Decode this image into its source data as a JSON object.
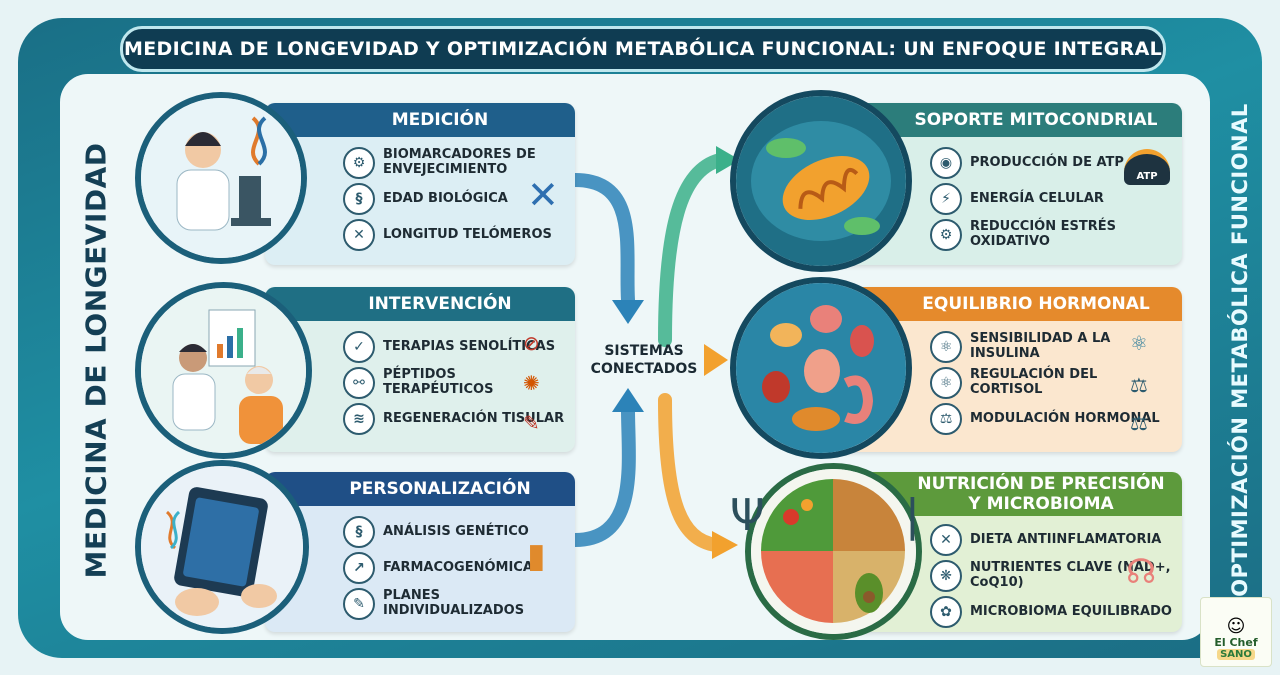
{
  "title": "MEDICINA DE LONGEVIDAD Y OPTIMIZACIÓN METABÓLICA FUNCIONAL: UN ENFOQUE INTEGRAL",
  "left_vertical": "MEDICINA DE LONGEVIDAD",
  "right_vertical": "OPTIMIZACIÓN METABÓLICA FUNCIONAL",
  "center": {
    "line1": "SISTEMAS",
    "line2": "CONECTADOS"
  },
  "left_cards": [
    {
      "title": "MEDICIÓN",
      "items": [
        "BIOMARCADORES DE ENVEJECIMIENTO",
        "EDAD BIOLÓGICA",
        "LONGITUD TELÓMEROS"
      ],
      "icons": [
        "microscope-icon",
        "dna-icon",
        "chromosome-icon"
      ]
    },
    {
      "title": "INTERVENCIÓN",
      "items": [
        "TERAPIAS SENOLÍTICAS",
        "PÉPTIDOS TERAPÉUTICOS",
        "REGENERACIÓN TISULAR"
      ],
      "icons": [
        "shield-icon",
        "peptide-icon",
        "tissue-icon"
      ]
    },
    {
      "title": "PERSONALIZACIÓN",
      "items": [
        "ANÁLISIS GENÉTICO",
        "FARMACOGENÓMICA",
        "PLANES INDIVIDUALIZADOS"
      ],
      "icons": [
        "dna-icon",
        "chart-icon",
        "clipboard-icon"
      ]
    }
  ],
  "right_cards": [
    {
      "title": "SOPORTE MITOCONDRIAL",
      "items": [
        "PRODUCCIÓN DE ATP",
        "ENERGÍA CELULAR",
        "REDUCCIÓN ESTRÉS OXIDATIVO"
      ],
      "icons": [
        "mitochondria-icon",
        "lightning-icon",
        "gear-icon"
      ]
    },
    {
      "title": "EQUILIBRIO HORMONAL",
      "items": [
        "SENSIBILIDAD A LA INSULINA",
        "REGULACIÓN DEL CORTISOL",
        "MODULACIÓN HORMONAL"
      ],
      "icons": [
        "molecule-icon",
        "molecule-icon",
        "balance-icon"
      ]
    },
    {
      "title": "NUTRICIÓN DE PRECISIÓN Y MICROBIOMA",
      "items": [
        "DIETA ANTIINFLAMATORIA",
        "NUTRIENTES CLAVE (NAD+, CoQ10)",
        "MICROBIOMA EQUILIBRADO"
      ],
      "icons": [
        "utensils-icon",
        "nutrient-icon",
        "bacteria-icon"
      ]
    }
  ],
  "atp_label": "ATP",
  "logo": {
    "line1": "El Chef",
    "line2": "SANO"
  },
  "colors": {
    "frame": "#1b6d84",
    "title_bg": "#0f3c52",
    "left_head": "#1f5f8b",
    "mito_head": "#2c7d7b",
    "hormone_head": "#e58a2c",
    "nutrition_head": "#5d9a3c",
    "flow_blue": "#2c83b8",
    "flow_green": "#3bb08a",
    "flow_orange": "#f2a12e"
  }
}
